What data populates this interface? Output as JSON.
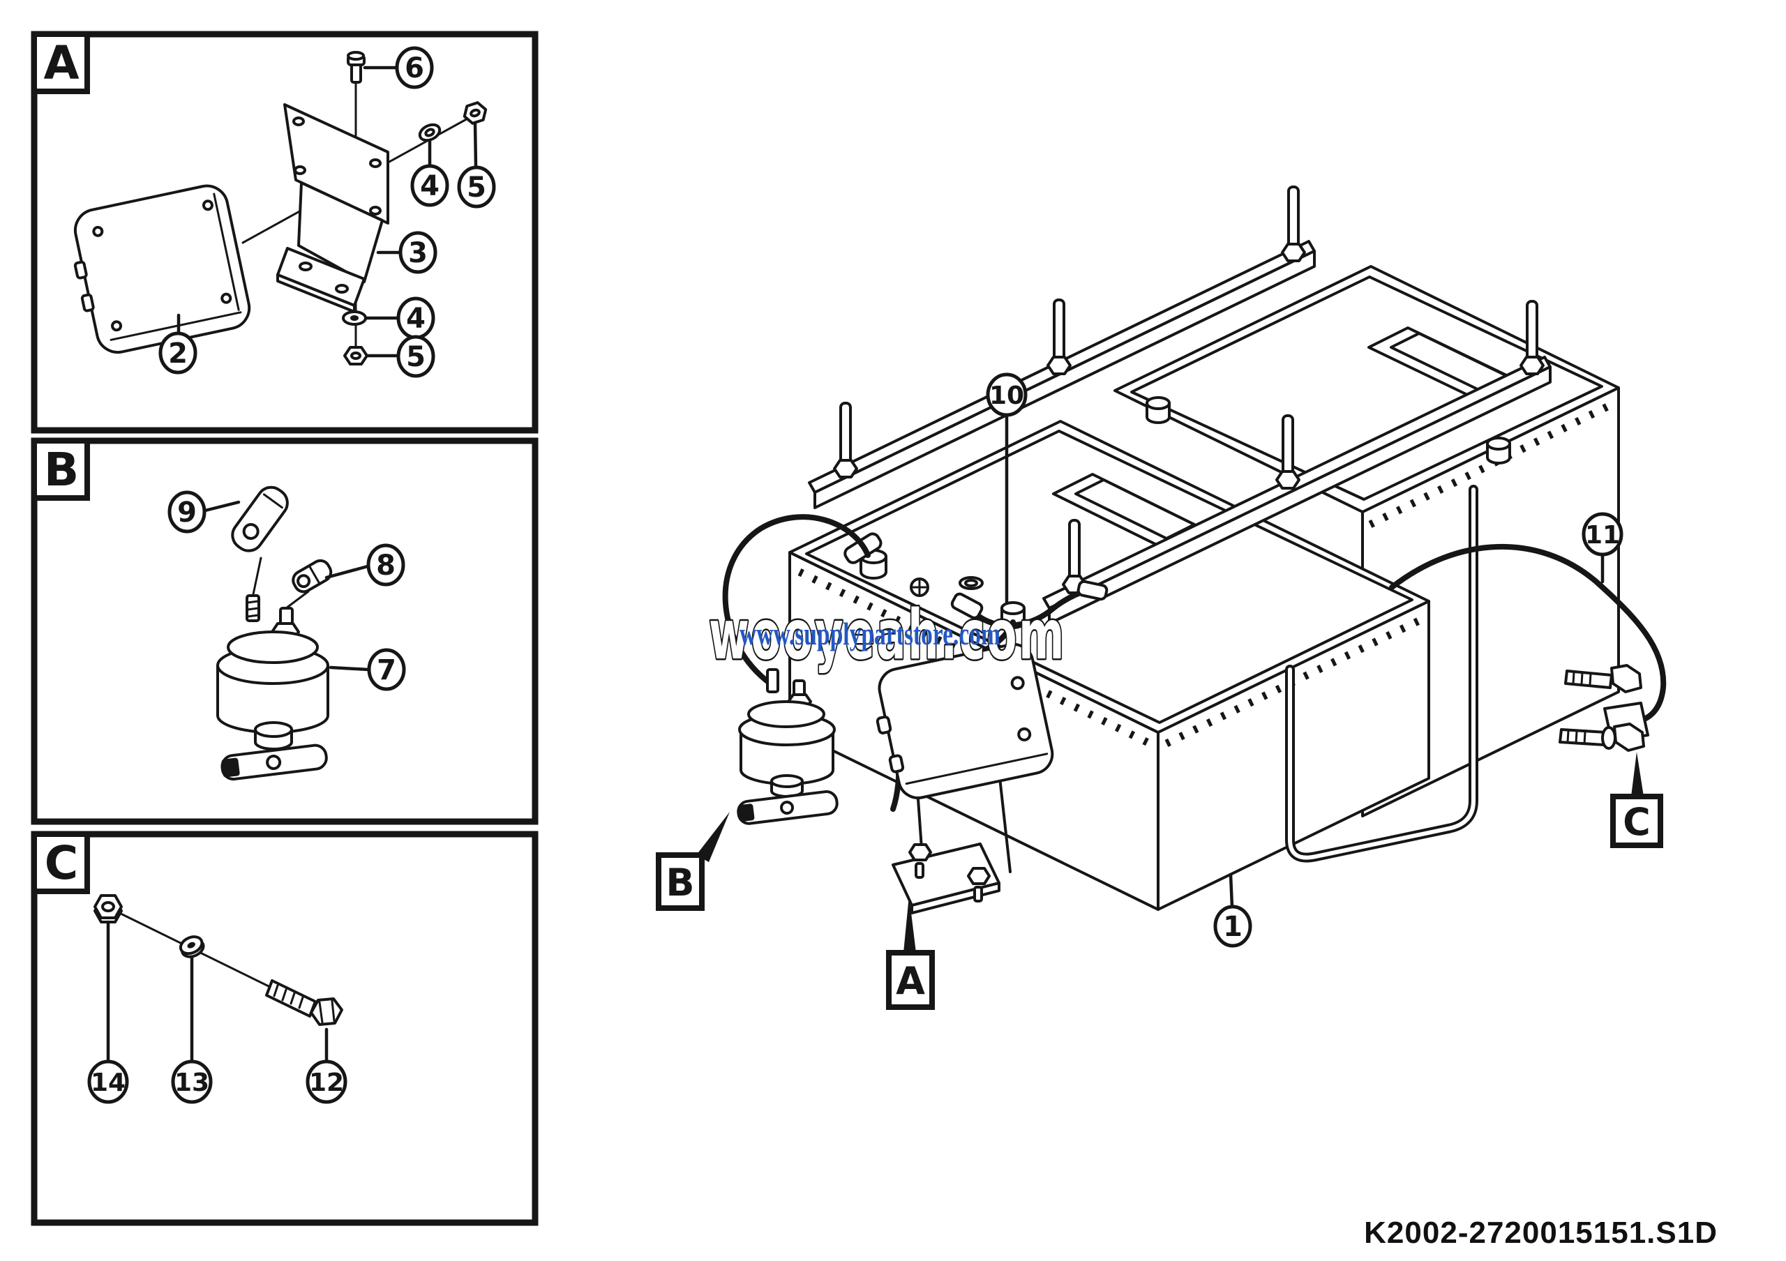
{
  "page": {
    "background": "#ffffff",
    "ink_color": "#161616"
  },
  "watermark": {
    "outline_text": "wooyeah.com",
    "overlay_text": "www.supplypartstore.com",
    "overlay_color": "#2457c2"
  },
  "drawing_code": "K2002-2720015151.S1D",
  "panel_labels": {
    "a": "A",
    "b": "B",
    "c": "C"
  },
  "ref_labels": {
    "a": "A",
    "b": "B",
    "c": "C"
  },
  "callouts": {
    "a2": "2",
    "a3": "3",
    "a4_top": "4",
    "a4_bottom": "4",
    "a5_top": "5",
    "a5_bottom": "5",
    "a6": "6",
    "b7": "7",
    "b8": "8",
    "b9": "9",
    "c12": "12",
    "c13": "13",
    "c14": "14",
    "main_1": "1",
    "main_10": "10",
    "main_11": "11"
  }
}
